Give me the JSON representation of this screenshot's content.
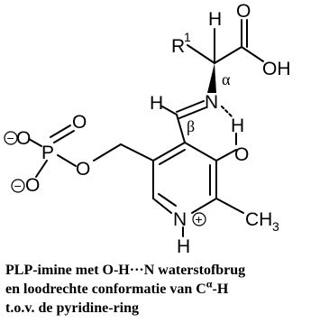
{
  "figure": {
    "atoms": {
      "r_group": "R",
      "r_group_index": "1",
      "h_alpha": "H",
      "o_carbonyl": "O",
      "oh_acid": "OH",
      "alpha_label": "α",
      "h_imine": "H",
      "n_imine": "N",
      "h_bridge": "H",
      "beta_label": "β",
      "o_phenol": "O",
      "o_phos_top": "O",
      "o_phos_left": "O",
      "o_phos_ester": "O",
      "p_atom": "P",
      "o_phos_bottom": "O",
      "n_ring": "N",
      "h_ring": "H",
      "methyl": "CH",
      "methyl_sub": "3",
      "minus_1": "−",
      "minus_2": "−",
      "plus": "+"
    }
  },
  "caption": {
    "line1": "PLP-imine met O-H···N waterstofbrug",
    "line2_a": " en loodrechte conformatie van C",
    "line2_sup": "α",
    "line2_b": "-H",
    "line3": "t.o.v. de pyridine-ring"
  }
}
